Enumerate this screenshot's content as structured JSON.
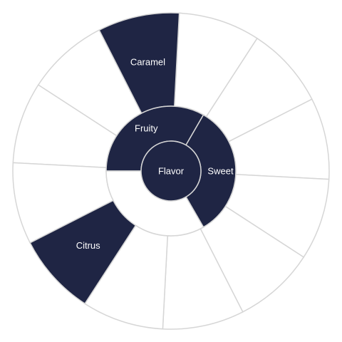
{
  "wheel": {
    "center": {
      "label": "Flavor",
      "highlighted": true
    },
    "inner_ring": [
      {
        "label": "Fruity",
        "highlighted": true
      },
      {
        "label": "Sweet",
        "highlighted": true
      },
      {
        "label": "",
        "highlighted": false
      }
    ],
    "outer_ring": [
      {
        "label": "",
        "highlighted": false
      },
      {
        "label": "",
        "highlighted": false
      },
      {
        "label": "Caramel",
        "highlighted": true
      },
      {
        "label": "",
        "highlighted": false
      },
      {
        "label": "",
        "highlighted": false
      },
      {
        "label": "",
        "highlighted": false
      },
      {
        "label": "",
        "highlighted": false
      },
      {
        "label": "",
        "highlighted": false
      },
      {
        "label": "",
        "highlighted": false
      },
      {
        "label": "",
        "highlighted": false
      },
      {
        "label": "Citrus",
        "highlighted": true
      },
      {
        "label": "",
        "highlighted": false
      }
    ]
  },
  "colors": {
    "highlight": "#1f2544",
    "empty": "#ffffff",
    "stroke": "#d6d6d6",
    "text": "#ffffff"
  }
}
